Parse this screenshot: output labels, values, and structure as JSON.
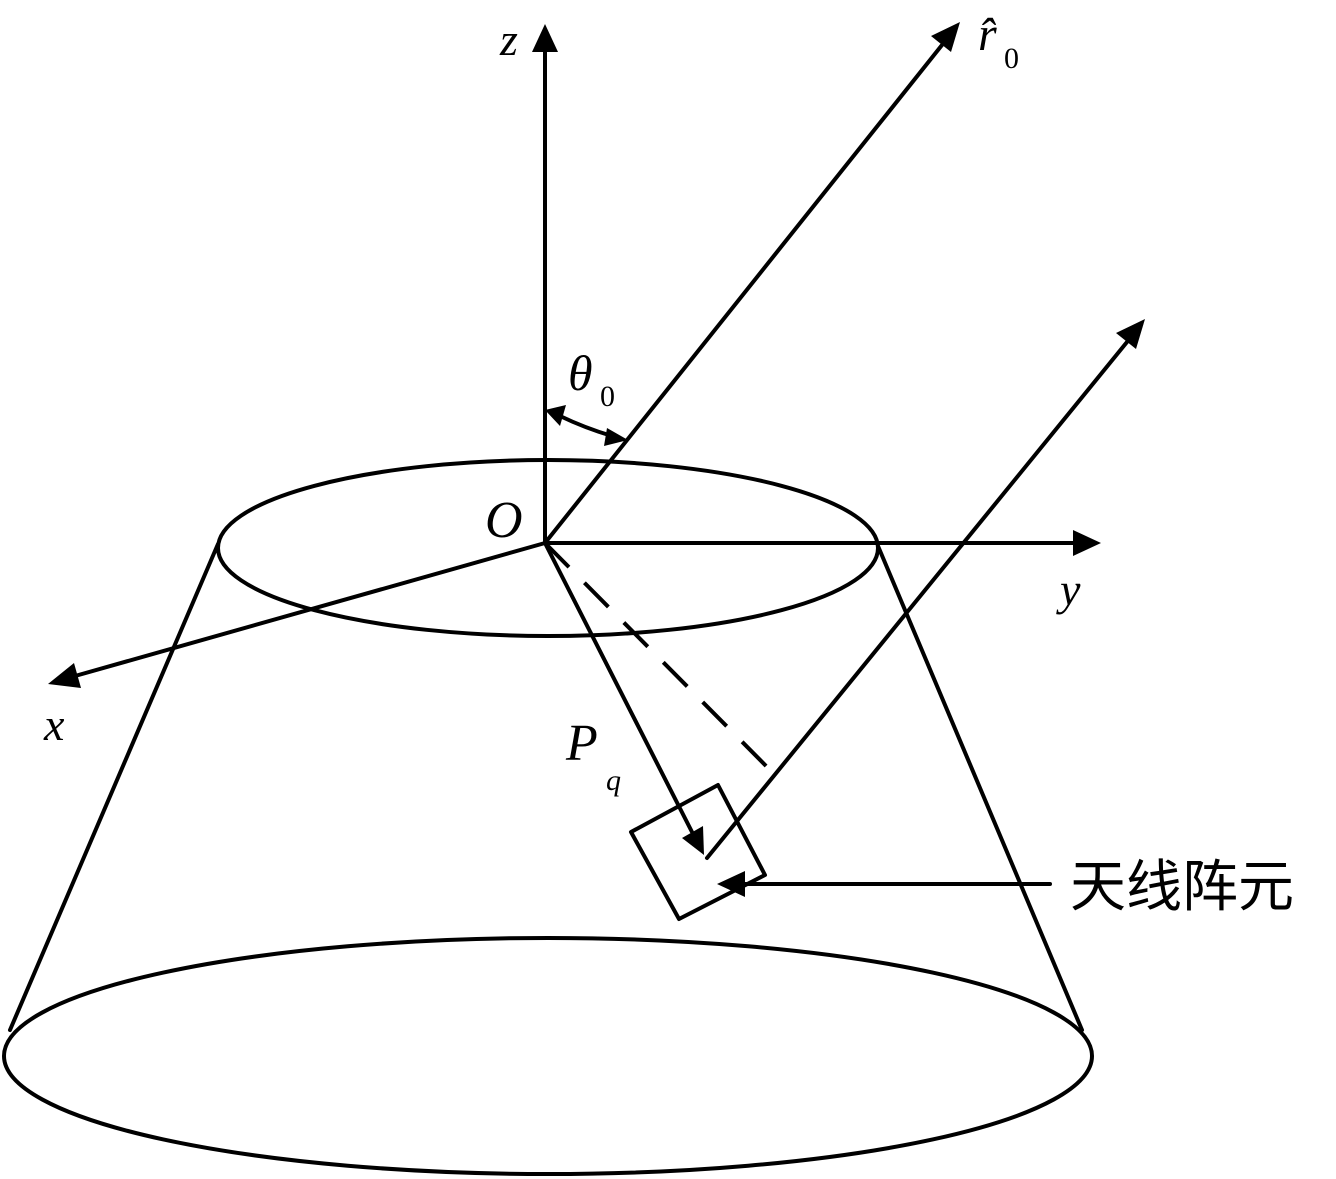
{
  "labels": {
    "z_axis": "z",
    "y_axis": "y",
    "x_axis": "x",
    "origin": "O",
    "r_hat": "r̂",
    "r_sub": "0",
    "theta": "θ",
    "theta_sub": "0",
    "p": "P",
    "p_sub": "q",
    "antenna_element": "天线阵元"
  },
  "colors": {
    "ink": "#000000",
    "background": "#ffffff"
  }
}
